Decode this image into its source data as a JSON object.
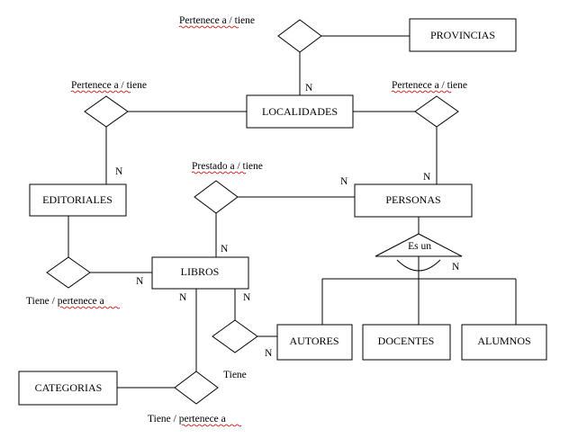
{
  "entities": {
    "provincias": "PROVINCIAS",
    "localidades": "LOCALIDADES",
    "editoriales": "EDITORIALES",
    "personas": "PERSONAS",
    "libros": "LIBROS",
    "categorias": "CATEGORIAS",
    "autores": "AUTORES",
    "docentes": "DOCENTES",
    "alumnos": "ALUMNOS"
  },
  "relationships": {
    "top": {
      "word": "Pertenece",
      "rest": " a / tiene"
    },
    "left": {
      "word": "Pertenece",
      "rest": " a / tiene"
    },
    "right": {
      "word": "Pertenece",
      "rest": " a / tiene"
    },
    "prestado": {
      "word": "Prestado",
      "rest": " a / tiene"
    },
    "editorial_libros": {
      "prefix": "Tiene / ",
      "word": "pertenece",
      "rest": " a"
    },
    "categoria_libros": {
      "prefix": "Tiene / ",
      "word": "pertenece",
      "rest": " a"
    },
    "autor_libros": "Tiene"
  },
  "isa": {
    "label": "Es un",
    "card": "N"
  },
  "cardinalities": {
    "prov_loc": "N",
    "edit_loc": "N",
    "pers_loc": "N",
    "prestado_pers": "N",
    "prestado_lib": "N",
    "edit_lib": "N",
    "lib_cat": "N",
    "lib_aut": "N",
    "aut_lib": "N"
  },
  "colors": {
    "line": "#000000",
    "spell_underline": "#d00000"
  }
}
